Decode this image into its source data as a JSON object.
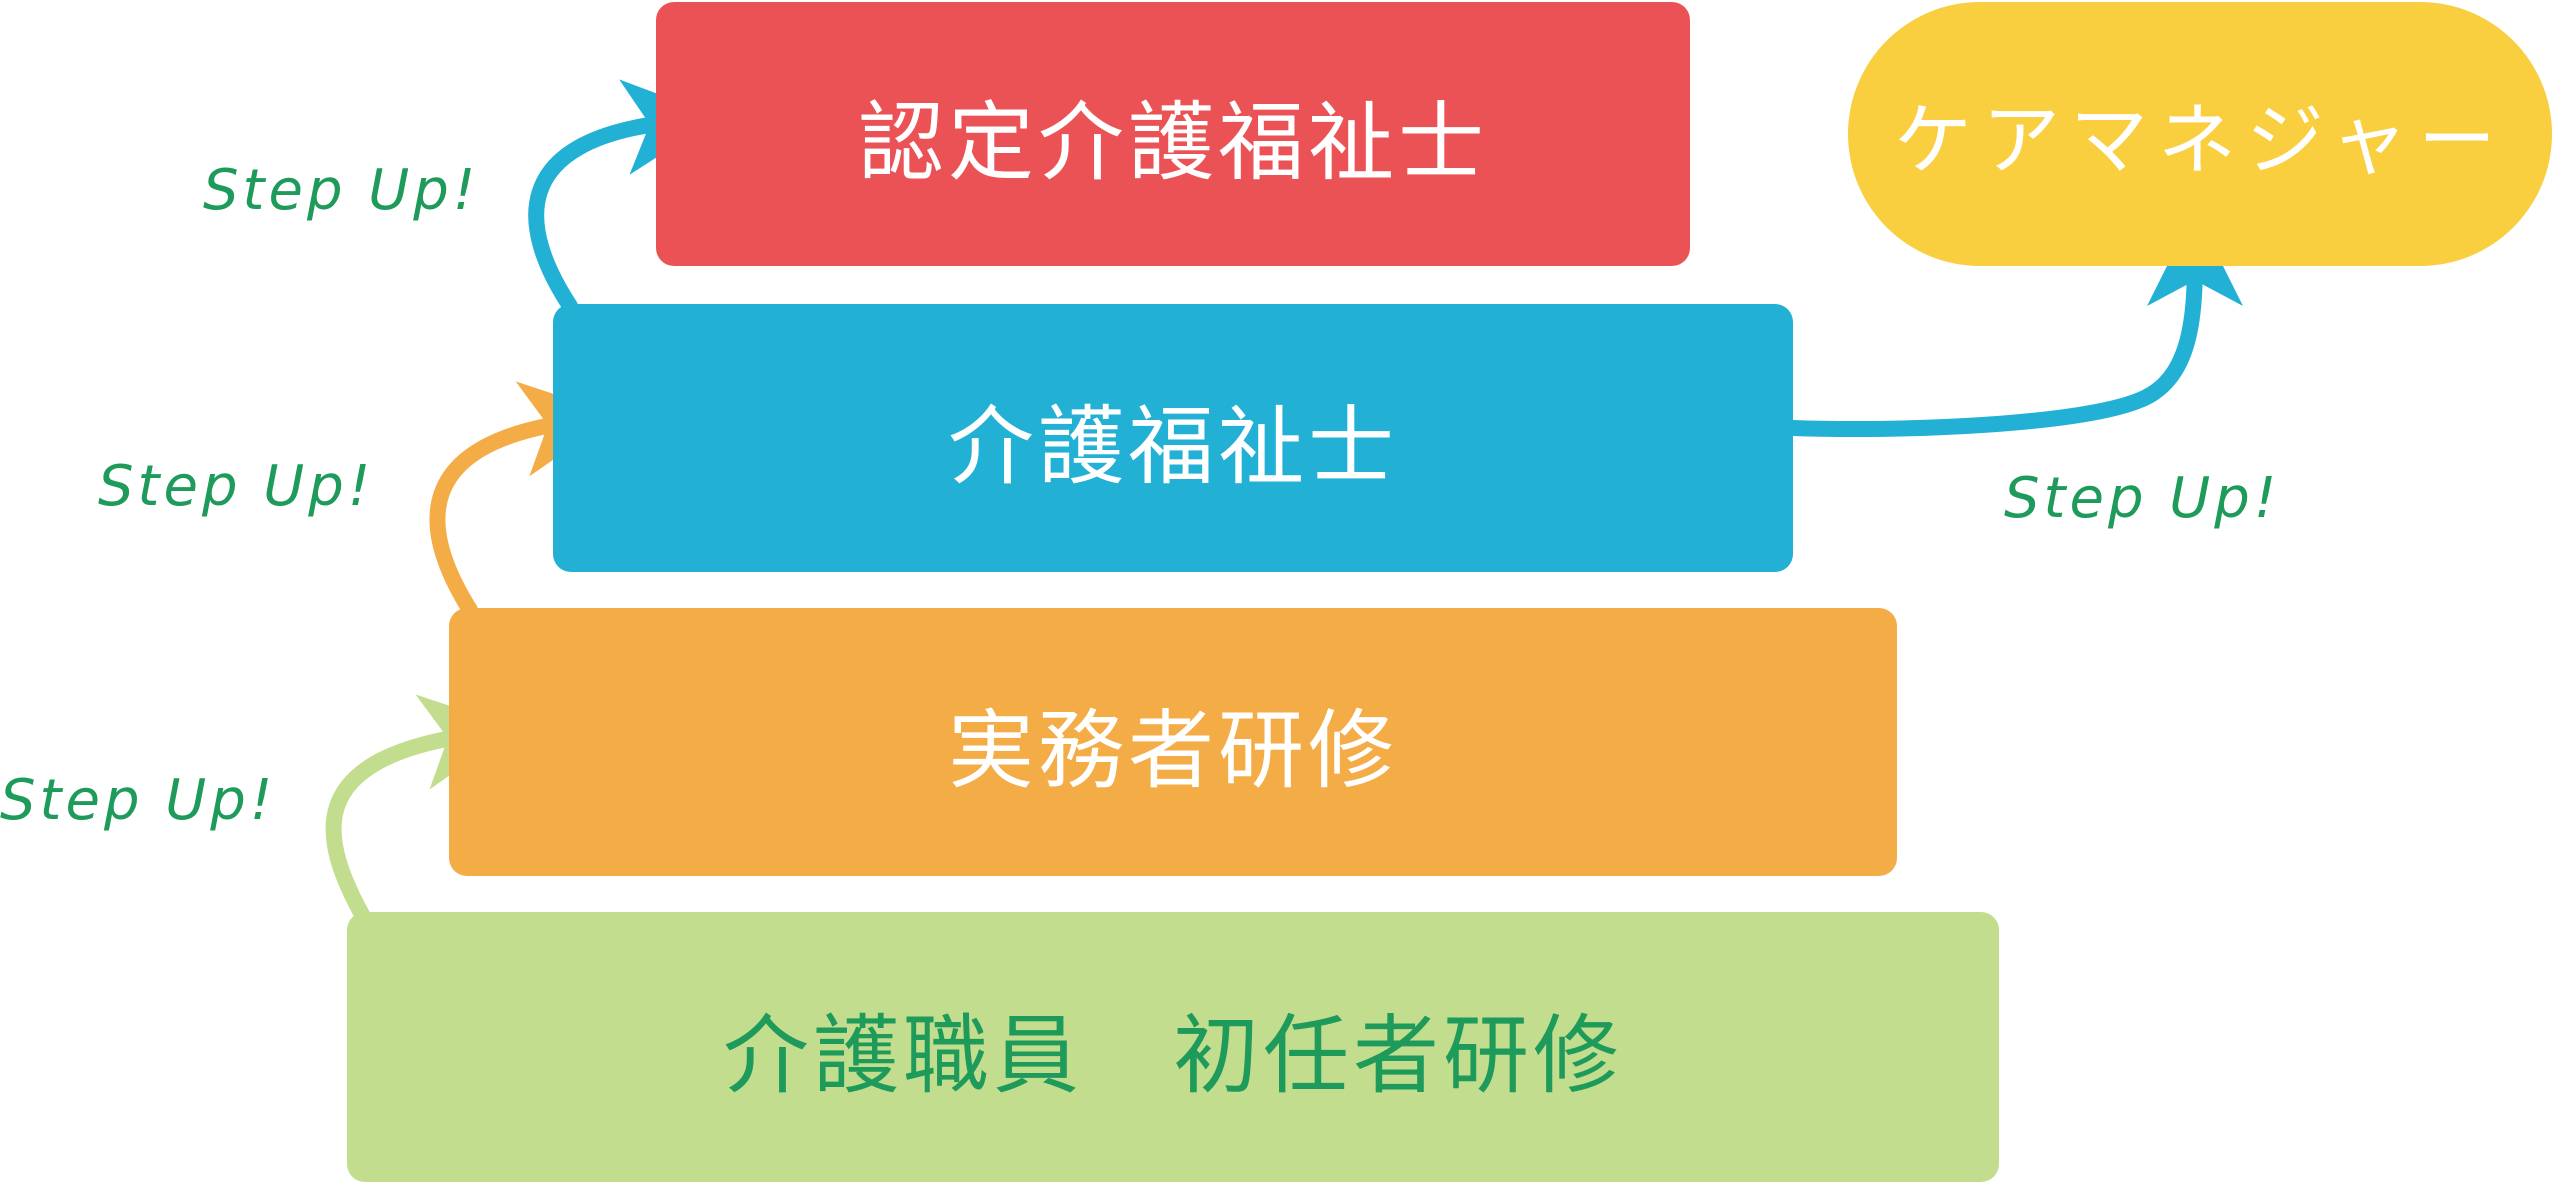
{
  "tiers": {
    "certified": {
      "label": "認定介護福祉士",
      "color": "#EB5255"
    },
    "care_worker": {
      "label": "介護福祉士",
      "color": "#22B1D5"
    },
    "practitioner": {
      "label": "実務者研修",
      "color": "#F4AC47"
    },
    "entry": {
      "label_a": "介護職員",
      "label_b": "初任者研修",
      "color": "#C2DD8E",
      "text_color": "#1E9A5A"
    },
    "care_manager": {
      "label": "ケアマネジャー",
      "color": "#F9CF40"
    }
  },
  "step_labels": [
    "Step Up!",
    "Step Up!",
    "Step Up!",
    "Step Up!"
  ],
  "arrow_colors": {
    "green": "#C2DD8E",
    "orange": "#F4AC47",
    "blue": "#22B1D5",
    "text": "#1E9A5A"
  }
}
